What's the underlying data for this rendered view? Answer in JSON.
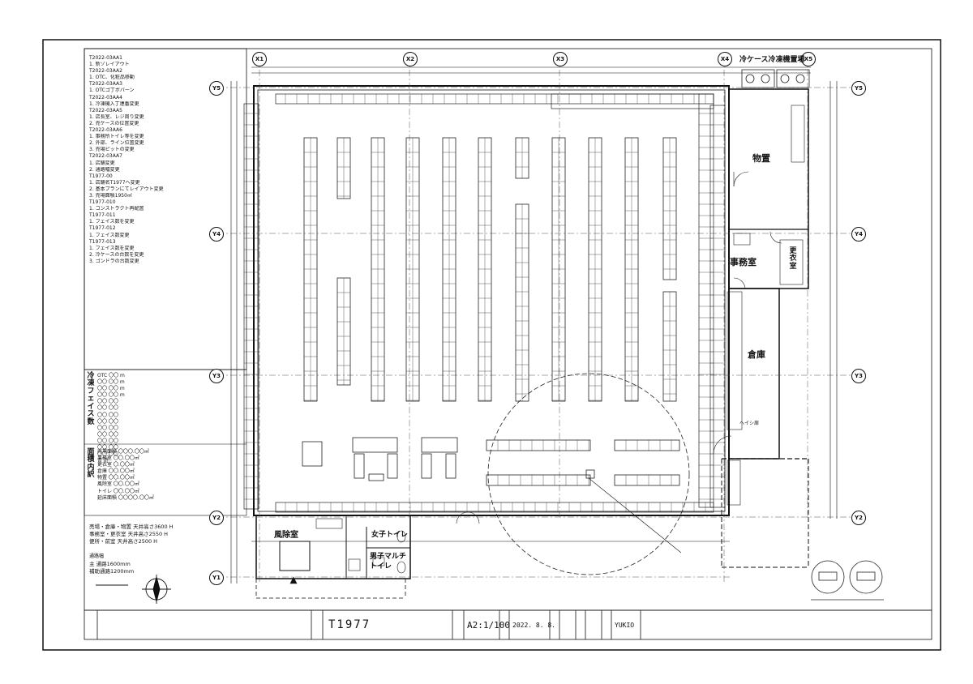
{
  "sheet": {
    "title_cases_label": "冷ケース冷凍機置場",
    "rooms": {
      "storage_top": "物置",
      "office": "事務室",
      "changing_room": "更衣室",
      "warehouse": "倉庫",
      "wind_room": "風除室",
      "womens_toilet": "女子トイレ",
      "mens_multi_toilet": "男子マルチトイレ"
    },
    "grid_x": [
      "X1",
      "X2",
      "X3",
      "X4",
      "X5"
    ],
    "grid_y": [
      "Y5",
      "Y4",
      "Y3",
      "Y2",
      "Y1"
    ],
    "revision_notes": [
      "T2022-03AA1",
      "1. 新ゾレイアウト",
      "T2022-03AA2",
      "1. OTC、化粧品移動",
      "T2022-03AA3",
      "1. OTCゴ丁ボパーン",
      "T2022-03AA4",
      "1. 冷凍機入丁連番変更",
      "T2022-03AA5",
      "1. 店長室、レジ周り変更",
      "2. 売ケースの位置変更",
      "T2022-03AA6",
      "1. 事務所トイレ等を変更",
      "2. 外部、ライン位置変更",
      "3. 売場ピットの変更",
      "T2022-03AA7",
      "1. 店舗変更",
      "2. 通路幅変更",
      "T1977-00",
      "1. 店舗名T1977へ変更",
      "2. 基本プランにてレイアウト変更",
      "3. 売場面積1950㎡",
      "T1977-010",
      "1. コンストラクト再配置",
      "T1977-011",
      "1. フェイス数を変更",
      "T1977-012",
      "1. フェイス数変更",
      "T1977-013",
      "1. フェイス数を変更",
      "2. 冷ケースの台数を変更",
      "3. ゴンドラの台数変更"
    ],
    "side_label_face": "冷凍フェイス数",
    "side_label_area": "面積内訳",
    "face_counts": [
      "OTC 〇〇 m",
      "〇〇 〇〇 m",
      "〇〇 〇〇 m",
      "〇〇 〇〇 m",
      "〇〇 〇〇",
      "〇〇 〇〇",
      "〇〇 〇〇",
      "〇〇 〇〇",
      "〇〇 〇〇",
      "〇〇 〇〇",
      "〇〇 〇〇",
      "〇〇 〇〇",
      "〇〇 〇〇",
      "合 計"
    ],
    "area_rows": [
      "売場面積 〇〇〇.〇〇㎡",
      "事務室 〇〇.〇〇㎡",
      "更衣室 〇.〇〇㎡",
      "倉庫 〇〇.〇〇㎡",
      "物置 〇〇.〇〇㎡",
      "風除室 〇〇.〇〇㎡",
      "トイレ 〇〇.〇〇㎡",
      "延床面積 〇〇〇〇.〇〇㎡"
    ],
    "heights": [
      "売場・倉庫・物置  天井高さ3600 H",
      "事務室・更衣室    天井高さ2550 H",
      "便所・前室        天井高さ2500 H"
    ],
    "aisle_label": "通路幅",
    "aisle_rows": [
      "主 通路1600mm",
      "補助通路1200mm"
    ],
    "warehouse_door_label": "ヘイシ扉",
    "drawing_no": "T1977",
    "scale": "A2:1/100",
    "date": "2022. 8. 8.",
    "drawer": "YUKIO"
  },
  "theme": {
    "ink": "#111111",
    "paper": "#ffffff",
    "fixture": "#222222"
  }
}
